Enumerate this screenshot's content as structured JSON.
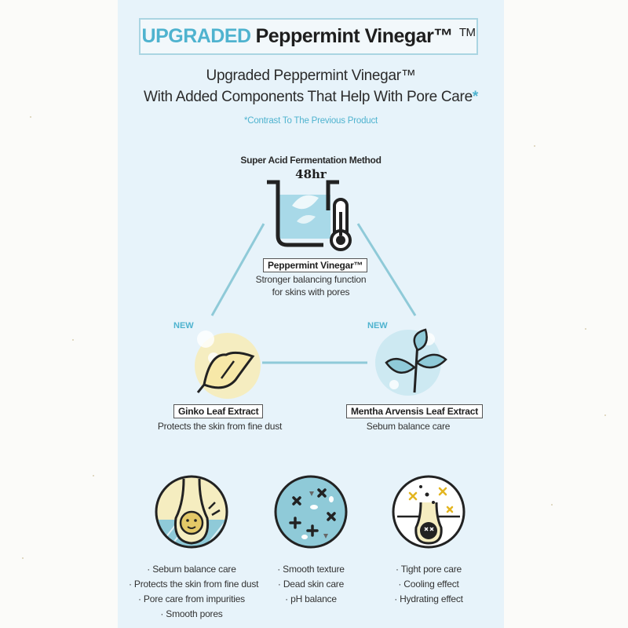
{
  "title": {
    "accent": "UPGRADED",
    "main": "Peppermint Vinegar™",
    "tm": "TM"
  },
  "headline": {
    "line1": "Upgraded Peppermint Vinegar™",
    "line2": "With Added Components That Help With Pore Care",
    "asterisk": "*"
  },
  "footnote": "*Contrast To The Previous Product",
  "fermentation": {
    "method": "Super Acid Fermentation Method",
    "duration": "48hr"
  },
  "ingredients": {
    "peppermint": {
      "name": "Peppermint Vinegar™",
      "desc_line1": "Stronger balancing function",
      "desc_line2": "for skins with pores"
    },
    "ginko": {
      "badge": "NEW",
      "name": "Ginko Leaf Extract",
      "desc": "Protects the skin from fine dust"
    },
    "mentha": {
      "badge": "NEW",
      "name": "Mentha Arvensis Leaf Extract",
      "desc": "Sebum balance care"
    }
  },
  "benefits": [
    {
      "icon": "pore-sebum-icon",
      "items": [
        "· Sebum balance care",
        "· Protects the skin from fine dust",
        "· Pore care from impurities",
        "· Smooth pores"
      ]
    },
    {
      "icon": "smooth-texture-icon",
      "items": [
        "· Smooth texture",
        "· Dead skin care",
        "· pH balance"
      ]
    },
    {
      "icon": "tight-pore-icon",
      "items": [
        "· Tight pore care",
        "· Cooling effect",
        "· Hydrating effect"
      ]
    }
  ],
  "colors": {
    "accent": "#4fb3cf",
    "panel": "#e7f3fa",
    "yellow": "#f5edc0",
    "dark": "#1e1e1e"
  }
}
